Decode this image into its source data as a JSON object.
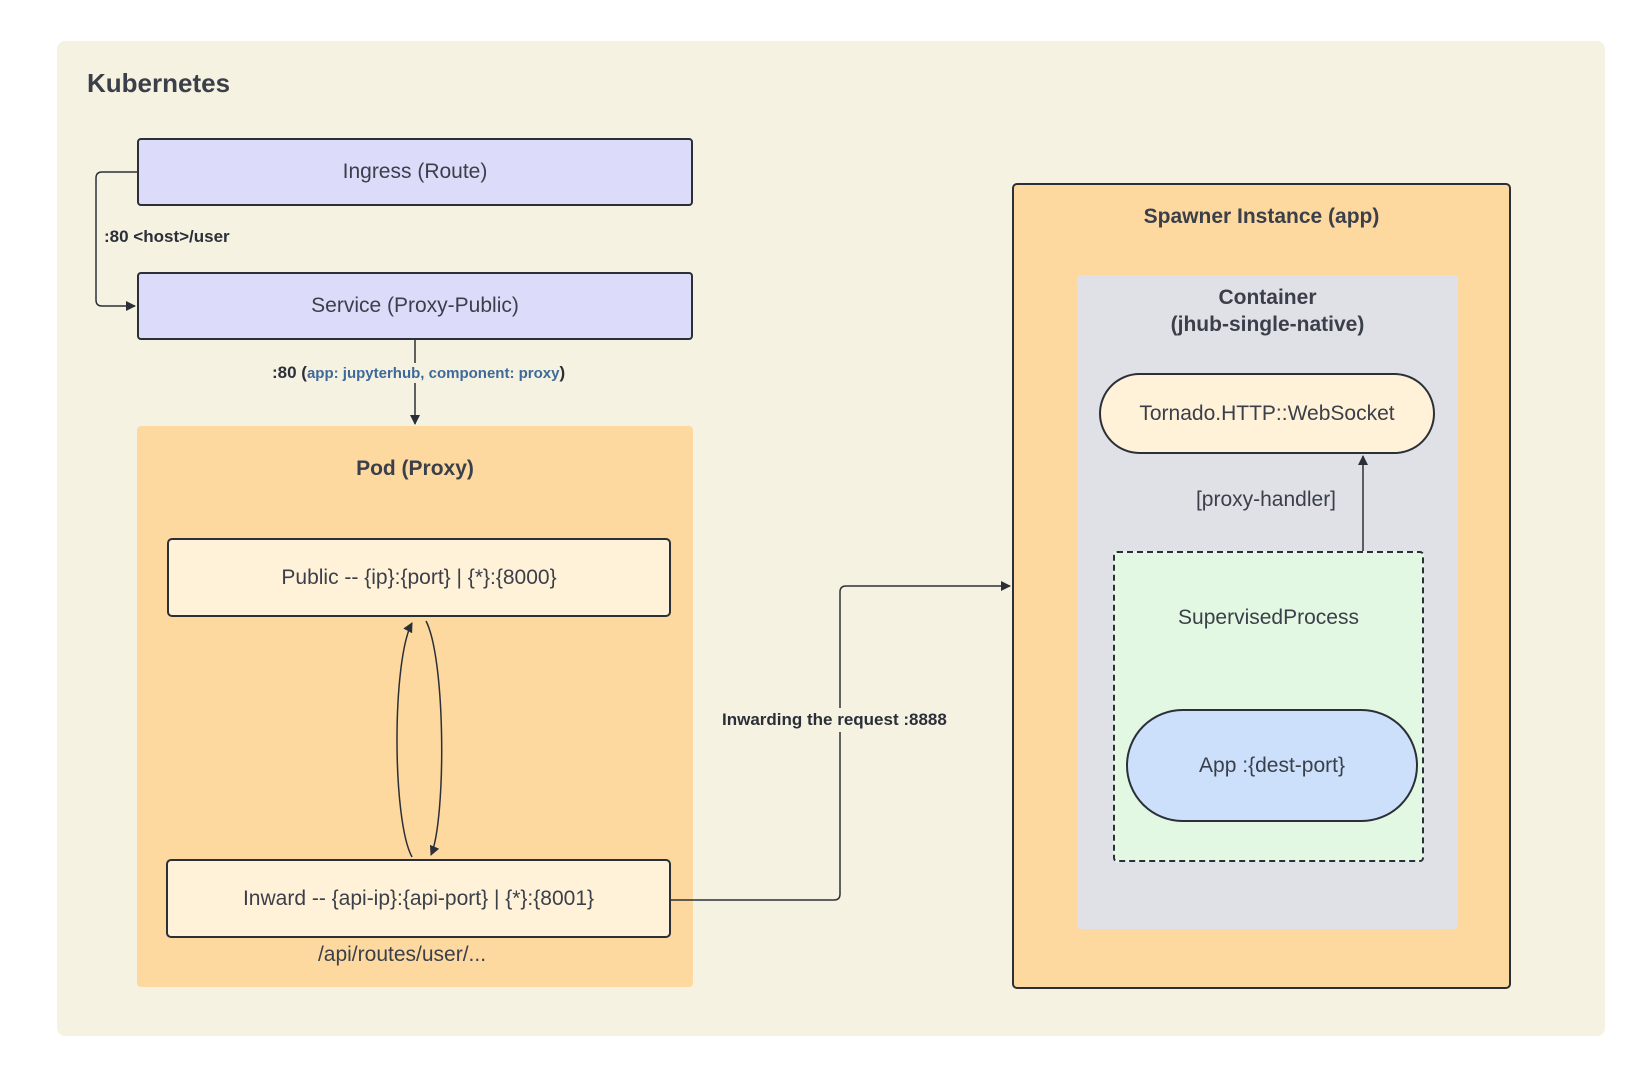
{
  "cluster": {
    "title": "Kubernetes"
  },
  "ingress": {
    "label": "Ingress (Route)"
  },
  "service": {
    "label": "Service (Proxy-Public)"
  },
  "edges": {
    "ingress_to_service": ":80 <host>/user",
    "service_to_pod": {
      "prefix": ":80 (",
      "selector": "app: jupyterhub, component: proxy",
      "suffix": ")"
    },
    "inward_to_spawner": "Inwarding the request :8888",
    "supervised_to_tornado": "[proxy-handler]"
  },
  "pod": {
    "title": "Pod (Proxy)",
    "public": "Public -- {ip}:{port} | {*}:{8000}",
    "inward": "Inward -- {api-ip}:{api-port} | {*}:{8001}",
    "inward_caption": "/api/routes/user/..."
  },
  "spawner": {
    "title": "Spawner Instance (app)",
    "container_title_line1": "Container",
    "container_title_line2": "(jhub-single-native)",
    "tornado": "Tornado.HTTP::WebSocket",
    "supervised": "SupervisedProcess",
    "app": "App :{dest-port}"
  },
  "colors": {
    "cluster_bg": "#f6f2e2",
    "route_service_fill": "#dcdcfa",
    "pod_fill": "#fdd9a0",
    "cream_fill": "#fff2d8",
    "container_fill": "#dfe1e6",
    "supervised_fill": "#e2f8e2",
    "app_fill": "#cce0fb",
    "selector_text": "#3e6a99",
    "stroke": "#2b2f38"
  }
}
